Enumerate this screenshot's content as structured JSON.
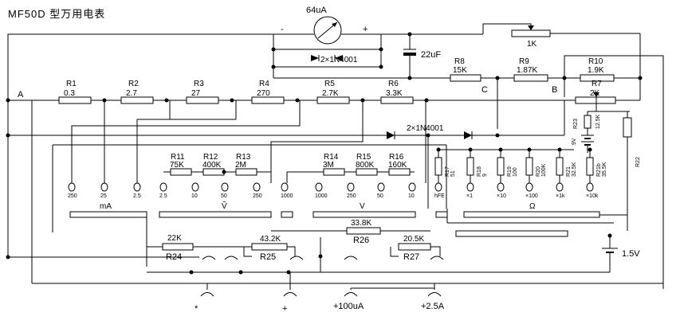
{
  "title": "MF50D 型万用电表",
  "meter": {
    "label": "64uA",
    "minus": "-",
    "plus": "+"
  },
  "pot_1k": "1K",
  "capacitor": "22uF",
  "diode_top": "2×1N4001",
  "diode_mid": "2×1N4001",
  "nodes": {
    "a": "A",
    "b": "B",
    "c": "C"
  },
  "top_resistors": [
    {
      "id": "R1",
      "value": "0.3"
    },
    {
      "id": "R2",
      "value": "2.7"
    },
    {
      "id": "R3",
      "value": "27"
    },
    {
      "id": "R4",
      "value": "270"
    },
    {
      "id": "R5",
      "value": "2.7K"
    },
    {
      "id": "R6",
      "value": "3.3K"
    }
  ],
  "r8": {
    "id": "R8",
    "value": "15K"
  },
  "r9": {
    "id": "R9",
    "value": "1.87K"
  },
  "r10": {
    "id": "R10",
    "value": "1.9K"
  },
  "r7": {
    "id": "R7",
    "value": "2K"
  },
  "r23": {
    "id": "R23",
    "value": "12.5K"
  },
  "r22": "R22",
  "battery_9v": "9V",
  "battery_15v": "1.5V",
  "ac_resistors": [
    {
      "id": "R11",
      "value": "75K"
    },
    {
      "id": "R12",
      "value": "400K"
    },
    {
      "id": "R13",
      "value": "2M"
    }
  ],
  "dc_resistors": [
    {
      "id": "R14",
      "value": "3M"
    },
    {
      "id": "R15",
      "value": "800K"
    },
    {
      "id": "R16",
      "value": "160K"
    }
  ],
  "ohm_resistors": [
    {
      "id": "R17",
      "value": "51"
    },
    {
      "id": "R18",
      "value": "9"
    },
    {
      "id": "R19",
      "value": "100"
    },
    {
      "id": "R20",
      "value": "100K"
    },
    {
      "id": "R21",
      "value": "32.5K"
    },
    {
      "id": "R21b",
      "value": "35.5K"
    }
  ],
  "range_ma": [
    "250",
    "25",
    "2.5"
  ],
  "range_acv": [
    "2.5",
    "10",
    "50",
    "250"
  ],
  "range_dcv": [
    "1000",
    "1000",
    "250",
    "50",
    "10"
  ],
  "range_ohm": [
    "hFE",
    "×1",
    "×10",
    "×100",
    "×1k",
    "×10k"
  ],
  "group_labels": {
    "ma": "mA",
    "acv": "Ṽ",
    "dcv": "V",
    "ohm": "Ω"
  },
  "r24": {
    "id": "R24",
    "value": "22K"
  },
  "r25": {
    "id": "R25",
    "value": "43.2K"
  },
  "r26": {
    "id": "R26",
    "value": "33.8K"
  },
  "r27": {
    "id": "R27",
    "value": "20.5K"
  },
  "terminals": [
    "*",
    "+",
    "+100uA",
    "+2.5A"
  ]
}
